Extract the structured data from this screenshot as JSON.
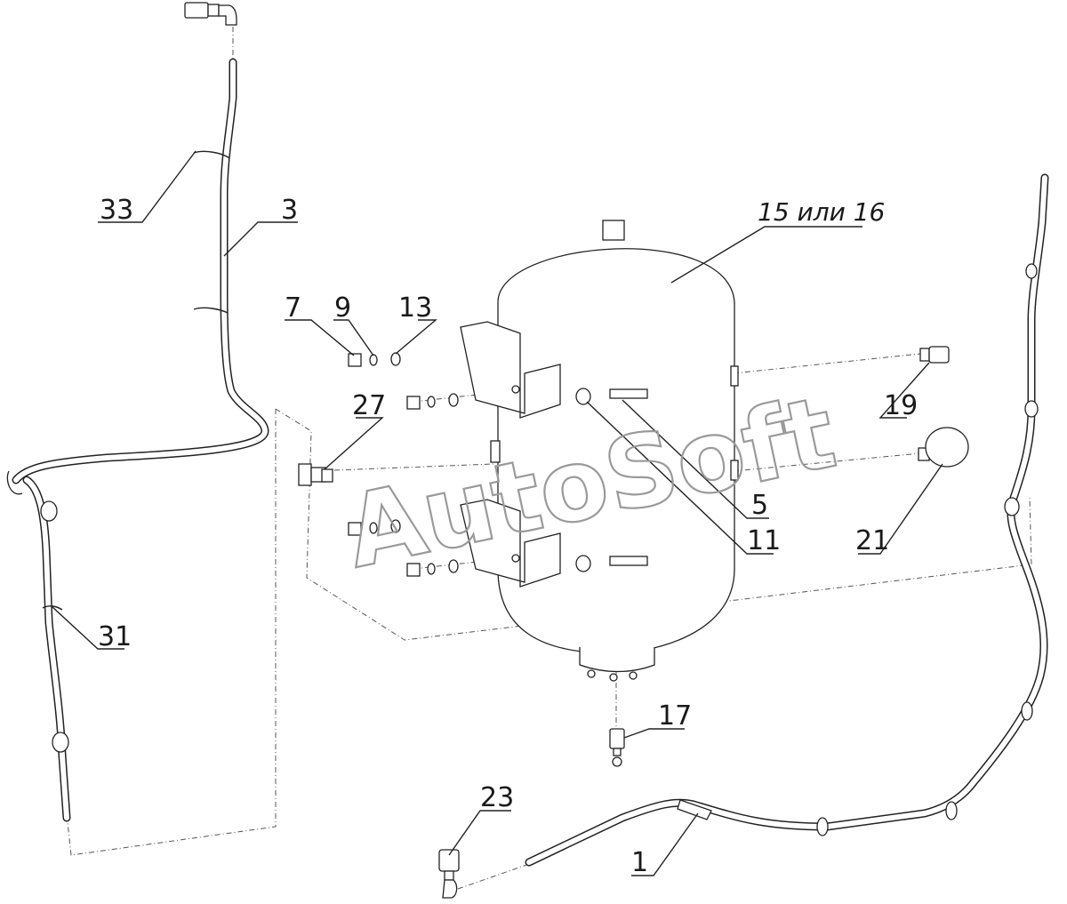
{
  "watermark": "AutoSoft",
  "callouts": [
    {
      "id": "c33",
      "label": "33"
    },
    {
      "id": "c3",
      "label": "3"
    },
    {
      "id": "c7",
      "label": "7"
    },
    {
      "id": "c9",
      "label": "9"
    },
    {
      "id": "c13",
      "label": "13"
    },
    {
      "id": "c27",
      "label": "27"
    },
    {
      "id": "c15",
      "label": "15 или 16"
    },
    {
      "id": "c19",
      "label": "19"
    },
    {
      "id": "c5",
      "label": "5"
    },
    {
      "id": "c11",
      "label": "11"
    },
    {
      "id": "c21",
      "label": "21"
    },
    {
      "id": "c31",
      "label": "31"
    },
    {
      "id": "c17",
      "label": "17"
    },
    {
      "id": "c23",
      "label": "23"
    },
    {
      "id": "c1",
      "label": "1"
    }
  ]
}
